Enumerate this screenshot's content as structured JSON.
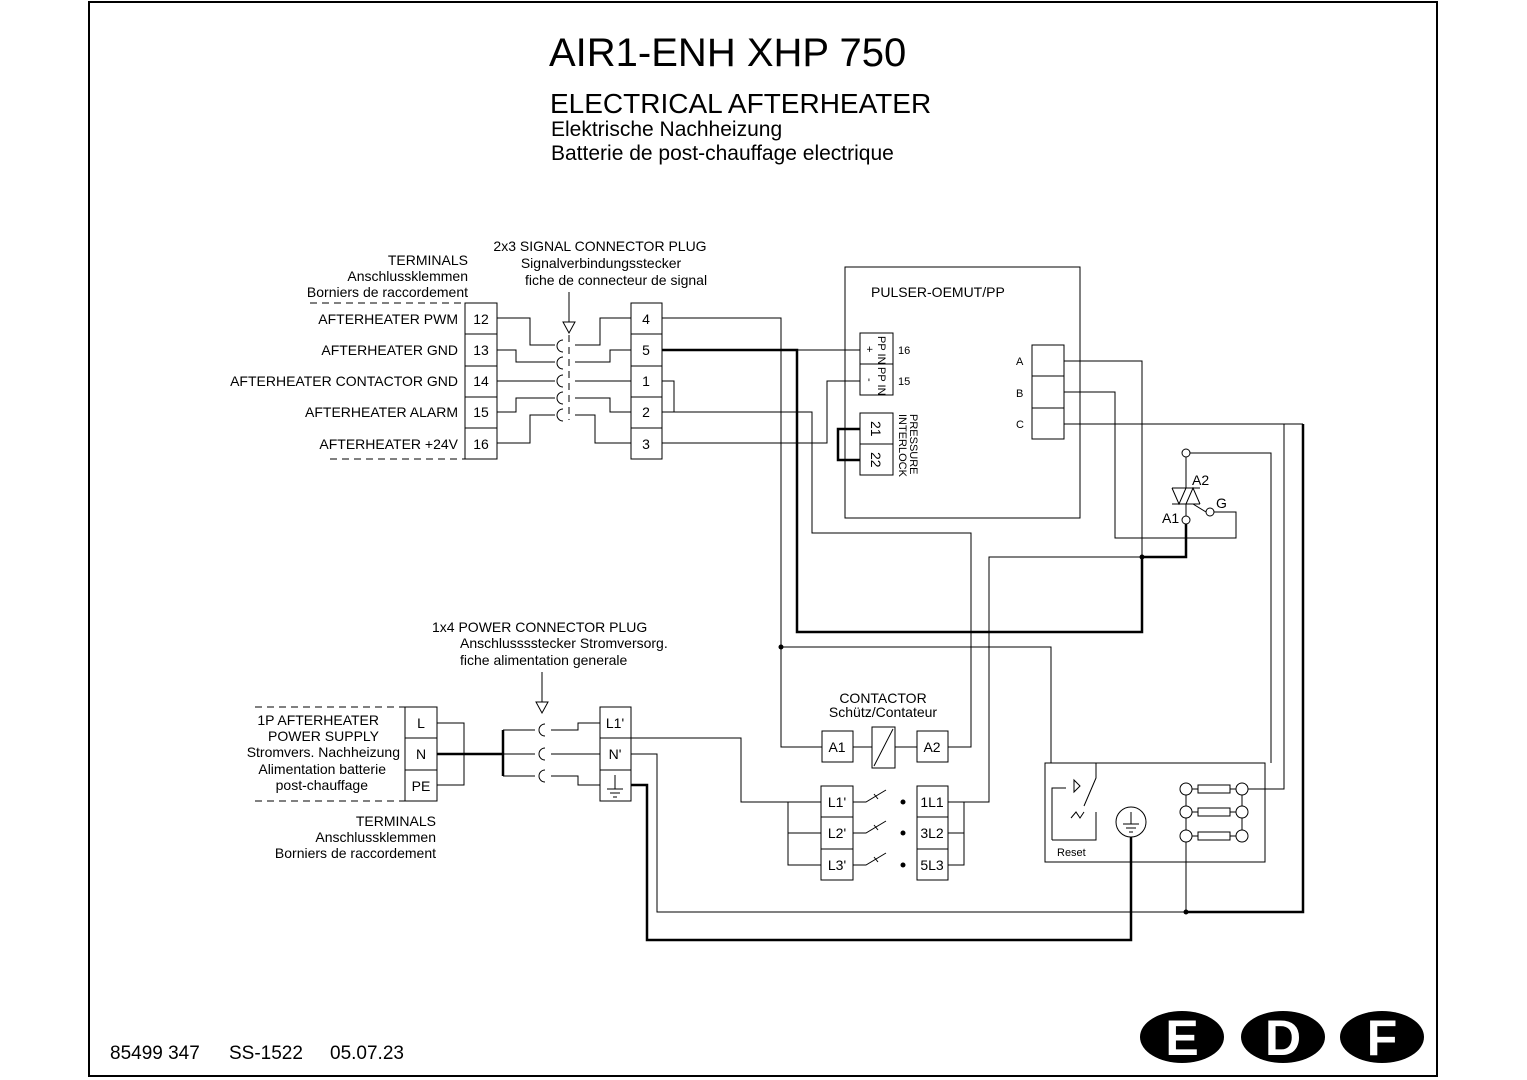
{
  "header": {
    "title": "AIR1-ENH XHP 750",
    "subtitle_en": "ELECTRICAL AFTERHEATER",
    "subtitle_de": "Elektrische Nachheizung",
    "subtitle_fr": "Batterie de post-chauffage electrique"
  },
  "signal_terminals": {
    "heading": [
      "TERMINALS",
      "Anschlussklemmen",
      "Borniers de raccordement"
    ],
    "rows": [
      {
        "label": "AFTERHEATER PWM",
        "terminal": "12",
        "pin": "4"
      },
      {
        "label": "AFTERHEATER GND",
        "terminal": "13",
        "pin": "5"
      },
      {
        "label": "AFTERHEATER CONTACTOR GND",
        "terminal": "14",
        "pin": "1"
      },
      {
        "label": "AFTERHEATER ALARM",
        "terminal": "15",
        "pin": "2"
      },
      {
        "label": "AFTERHEATER +24V",
        "terminal": "16",
        "pin": "3"
      }
    ]
  },
  "signal_plug": {
    "heading": [
      "2x3 SIGNAL CONNECTOR PLUG",
      "Signalverbindungsstecker",
      "fiche de connecteur de signal"
    ]
  },
  "pulser": {
    "title": "PULSER-OEMUT/PP",
    "pp_in": "PP IN",
    "plus": "+",
    "minus": "-",
    "pin_16": "16",
    "pin_15": "15",
    "interlock_21": "21",
    "interlock_22": "22",
    "pressure": "PRESSURE",
    "interlock": "INTERLOCK",
    "out_a": "A",
    "out_b": "B",
    "out_c": "C"
  },
  "triac": {
    "a1": "A1",
    "a2": "A2",
    "g": "G"
  },
  "power_plug": {
    "heading": [
      "1x4 POWER CONNECTOR PLUG",
      "Anschlusssstecker Stromversorg.",
      "fiche alimentation generale"
    ],
    "pins": [
      "L1'",
      "N'"
    ]
  },
  "power_supply": {
    "heading": [
      "1P AFTERHEATER",
      "POWER SUPPLY",
      "Stromvers. Nachheizung",
      "Alimentation batterie",
      "post-chauffage"
    ],
    "terminals": [
      "L",
      "N",
      "PE"
    ],
    "footer": [
      "TERMINALS",
      "Anschlussklemmen",
      "Borniers de raccordement"
    ]
  },
  "contactor": {
    "heading": [
      "CONTACTOR",
      "Schütz/Contateur"
    ],
    "coil": [
      "A1",
      "A2"
    ],
    "inputs": [
      "L1'",
      "L2'",
      "L3'"
    ],
    "outputs": [
      "1L1",
      "3L2",
      "5L3"
    ]
  },
  "heater": {
    "reset": "Reset"
  },
  "footer": {
    "doc_number": "85499 347",
    "sheet": "SS-1522",
    "date": "05.07.23"
  },
  "languages": [
    "E",
    "D",
    "F"
  ]
}
